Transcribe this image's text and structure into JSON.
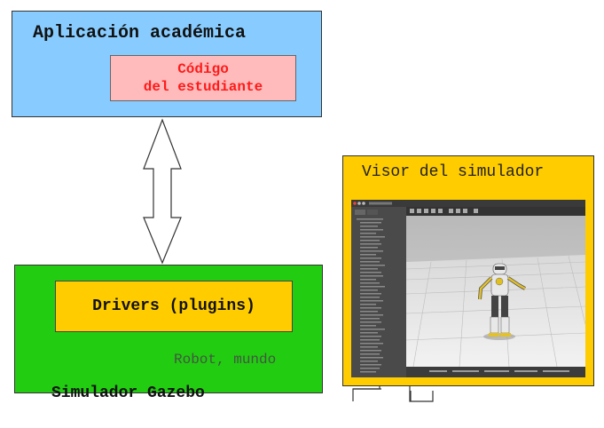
{
  "app_box": {
    "title": "Aplicación académica",
    "student_code_line1": "Código",
    "student_code_line2": "del estudiante"
  },
  "simulator_box": {
    "drivers_label": "Drivers (plugins)",
    "robot_label": "Robot, mundo",
    "gazebo_label": "Simulador Gazebo"
  },
  "viewer_box": {
    "title": "Visor del simulador"
  },
  "colors": {
    "app_box": "#88ccff",
    "student_code": "#ffbbbb",
    "student_code_text": "#ff1a1a",
    "simulator_box": "#22cc11",
    "drivers_box": "#ffcc00",
    "viewer_box": "#ffcc00"
  }
}
